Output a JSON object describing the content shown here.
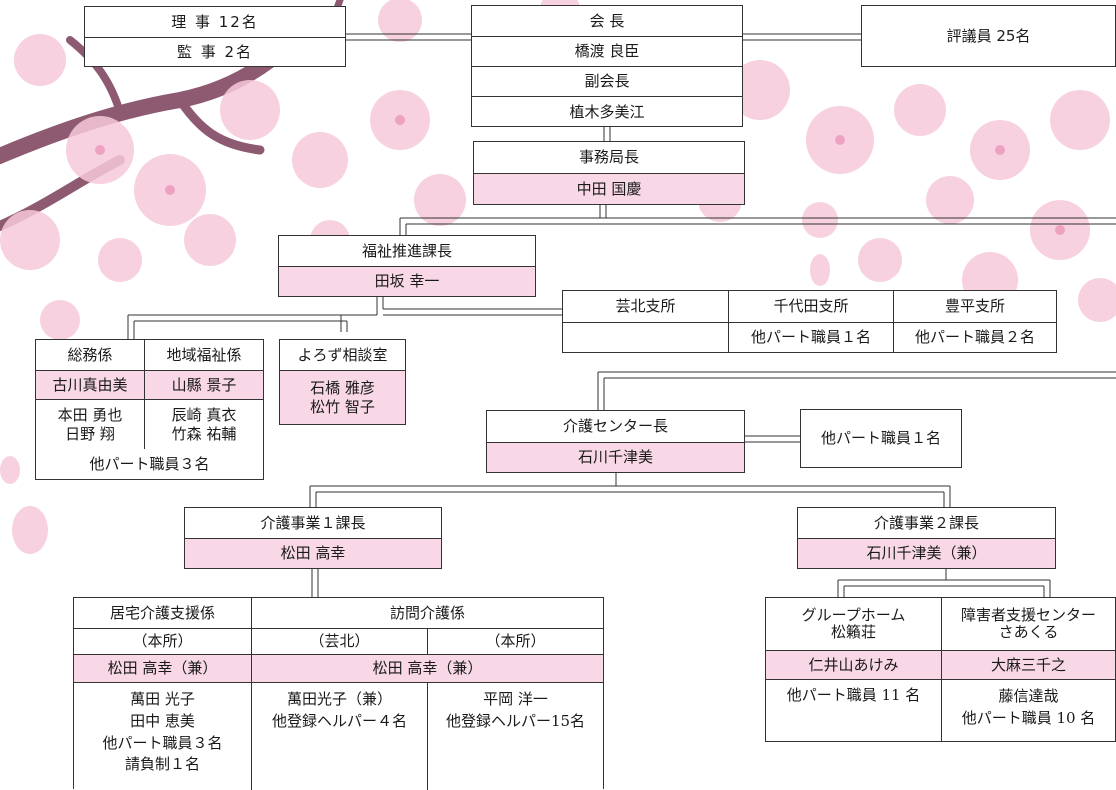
{
  "colors": {
    "pink_fill": "#f8d7e6",
    "line": "#333333",
    "blossom": "#f6c9da",
    "branch": "#8d5a72"
  },
  "board": {
    "directors": "理 事 12名",
    "auditors": "監 事 2名"
  },
  "council": {
    "label": "評議員 25名"
  },
  "chair": {
    "title": "会 長",
    "name": "橋渡 良臣",
    "vice_title": "副会長",
    "vice_name": "植木多美江"
  },
  "secretariat": {
    "title": "事務局長",
    "name": "中田 国慶"
  },
  "welfare": {
    "title": "福祉推進課長",
    "name": "田坂 幸一"
  },
  "branches": {
    "geihoku": {
      "name": "芸北支所",
      "staff": ""
    },
    "chiyoda": {
      "name": "千代田支所",
      "staff": "他パート職員１名"
    },
    "toyohira": {
      "name": "豊平支所",
      "staff": "他パート職員２名"
    }
  },
  "general_affairs": {
    "title": "総務係",
    "lead": "古川真由美",
    "member1": "本田 勇也",
    "member2": "日野 翔"
  },
  "community_welfare": {
    "title": "地域福祉係",
    "lead": "山縣 景子",
    "member1": "辰崎 真衣",
    "member2": "竹森 祐輔"
  },
  "sections_note": "他パート職員３名",
  "consultation": {
    "title": "よろず相談室",
    "member1": "石橋 雅彦",
    "member2": "松竹 智子"
  },
  "care_center": {
    "title": "介護センター長",
    "name": "石川千津美",
    "staff": "他パート職員１名"
  },
  "care_div1": {
    "title": "介護事業１課長",
    "name": "松田 高幸"
  },
  "care_div2": {
    "title": "介護事業２課長",
    "name": "石川千津美（兼）"
  },
  "home_support": {
    "title": "居宅介護支援係",
    "location": "（本所）",
    "lead": "松田 高幸（兼）",
    "members": [
      "萬田 光子",
      "田中 恵美",
      "他パート職員３名",
      "請負制１名"
    ]
  },
  "home_care": {
    "title": "訪問介護係",
    "lead": "松田 高幸（兼）",
    "geihoku": {
      "location": "（芸北）",
      "members": [
        "萬田光子（兼）",
        "他登録ヘルパー４名"
      ]
    },
    "main": {
      "location": "（本所）",
      "members": [
        "平岡 洋一",
        "他登録ヘルパー15名"
      ]
    }
  },
  "group_home": {
    "title_line1": "グループホーム",
    "title_line2": "松籟荘",
    "lead": "仁井山あけみ",
    "staff": "他パート職員 11 名"
  },
  "disability_center": {
    "title_line1": "障害者支援センター",
    "title_line2": "さあくる",
    "lead": "大麻三千之",
    "member": "藤信達哉",
    "staff": "他パート職員 10 名"
  }
}
